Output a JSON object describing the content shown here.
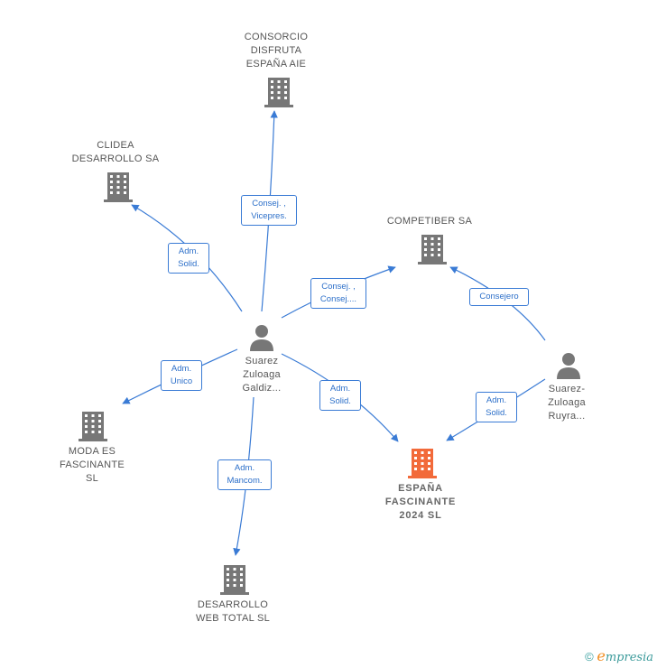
{
  "colors": {
    "company": "#777777",
    "focus_company": "#f26a3a",
    "person": "#777777",
    "edge": "#3a7bd5"
  },
  "nodes": [
    {
      "id": "consorcio",
      "type": "company",
      "label": "CONSORCIO\nDISFRUTA\nESPAÑA AIE"
    },
    {
      "id": "clidea",
      "type": "company",
      "label": "CLIDEA\nDESARROLLO SA"
    },
    {
      "id": "competiber",
      "type": "company",
      "label": "COMPETIBER SA"
    },
    {
      "id": "suarez_g",
      "type": "person",
      "label": "Suarez\nZuloaga\nGaldiz..."
    },
    {
      "id": "suarez_r",
      "type": "person",
      "label": "Suarez-\nZuloaga\nRuyra..."
    },
    {
      "id": "moda",
      "type": "company",
      "label": "MODA ES\nFASCINANTE\nSL"
    },
    {
      "id": "espana",
      "type": "focus",
      "label": "ESPAÑA\nFASCINANTE\n2024  SL"
    },
    {
      "id": "desarrollo_web",
      "type": "company",
      "label": "DESARROLLO\nWEB TOTAL  SL"
    }
  ],
  "edges": [
    {
      "id": "e1",
      "label": "Consej. ,\nVicepres."
    },
    {
      "id": "e2",
      "label": "Adm.\nSolid."
    },
    {
      "id": "e3",
      "label": "Consej. ,\nConsej...."
    },
    {
      "id": "e4",
      "label": "Consejero"
    },
    {
      "id": "e5",
      "label": "Adm.\nUnico"
    },
    {
      "id": "e6",
      "label": "Adm.\nSolid."
    },
    {
      "id": "e7",
      "label": "Adm.\nSolid."
    },
    {
      "id": "e8",
      "label": "Adm.\nMancom."
    }
  ],
  "footer": {
    "copyright": "©",
    "brand_first": "e",
    "brand_rest": "mpresia"
  }
}
